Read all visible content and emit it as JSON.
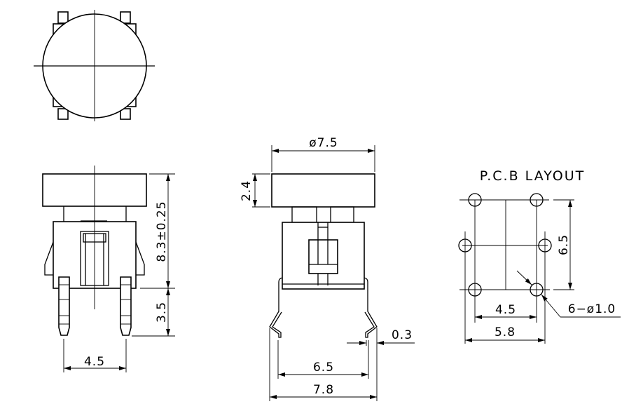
{
  "front_view": {
    "height_total": "8.3±0.25",
    "pin_length": "3.5",
    "pin_pitch": "4.5"
  },
  "side_view": {
    "cap_diameter": "ø7.5",
    "cap_height": "2.4",
    "lead_thickness": "0.3",
    "lead_inner_span": "6.5",
    "lead_outer_span": "7.8"
  },
  "pcb_layout": {
    "title": "P.C.B  LAYOUT",
    "vertical_pitch": "6.5",
    "inner_pitch": "4.5",
    "outer_pitch": "5.8",
    "hole_note": "6−ø1.0"
  },
  "colors": {
    "line": "#000000",
    "background": "#ffffff"
  }
}
